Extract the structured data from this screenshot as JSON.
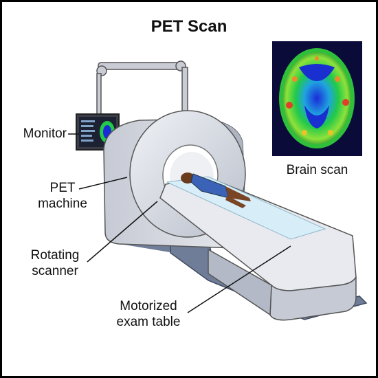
{
  "title": "PET Scan",
  "labels": {
    "monitor": "Monitor",
    "pet_machine_line1": "PET",
    "pet_machine_line2": "machine",
    "rotating_scanner_line1": "Rotating",
    "rotating_scanner_line2": "scanner",
    "exam_table_line1": "Motorized",
    "exam_table_line2": "exam table",
    "brain_scan": "Brain scan"
  },
  "colors": {
    "machine_body": "#d9dce4",
    "machine_shadow": "#a9afbd",
    "base": "#6f7d99",
    "table_pad": "#d7eef8",
    "scan_background": "#0b0b3a"
  }
}
